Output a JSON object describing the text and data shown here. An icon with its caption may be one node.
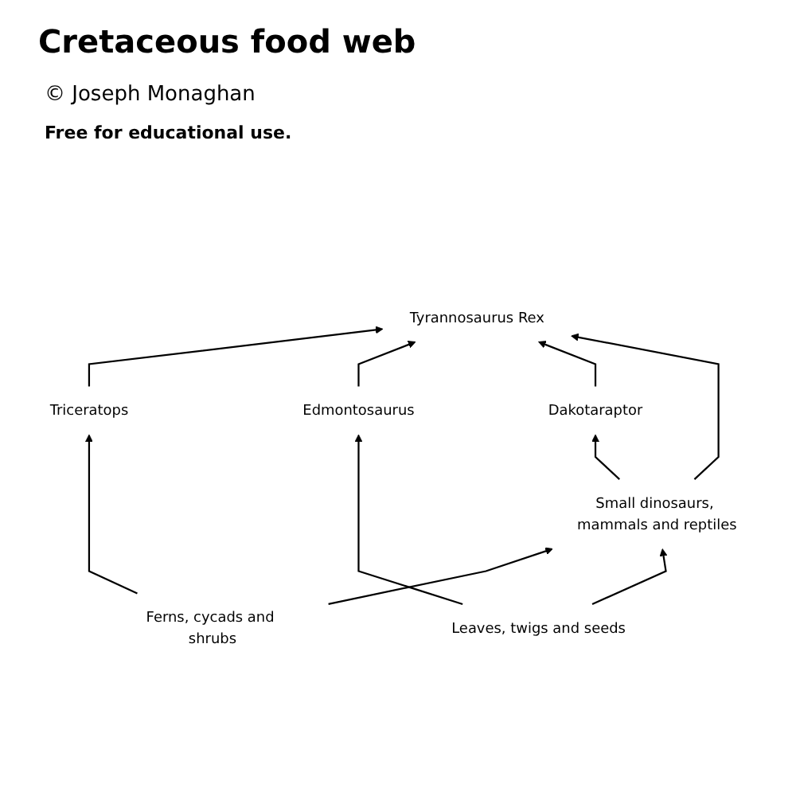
{
  "diagram": {
    "title": "Cretaceous food web",
    "nodes": [
      {
        "text": [
          "Tyrannosaurus Rex"
        ]
      },
      {
        "text": [
          "Dakotaraptor"
        ]
      },
      {
        "text": [
          "Triceratops"
        ]
      },
      {
        "text": [
          "Edmontosaurus"
        ]
      },
      {
        "text": [
          "Small dinosaurs, mammals and reptiles"
        ]
      },
      {
        "text": [
          "Ferns, cycads and shrubs"
        ]
      },
      {
        "text": [
          "Leaves, twigs and seeds"
        ]
      }
    ],
    "edges": [
      {
        "from": 2,
        "to": 0,
        "arrow": "to"
      },
      {
        "from": 3,
        "to": 0,
        "arrow": "to"
      },
      {
        "from": 1,
        "to": 0,
        "arrow": "to"
      },
      {
        "from": 4,
        "to": 0,
        "arrow": "to"
      },
      {
        "from": 4,
        "to": 1,
        "arrow": "to"
      },
      {
        "from": 5,
        "to": 2,
        "arrow": "to"
      },
      {
        "from": 5,
        "to": 4,
        "arrow": "to"
      },
      {
        "from": 6,
        "to": 3,
        "arrow": "to"
      },
      {
        "from": 6,
        "to": 4,
        "arrow": "to"
      }
    ],
    "labels": [
      "© Joseph Monaghan",
      "Free for educational use."
    ]
  }
}
